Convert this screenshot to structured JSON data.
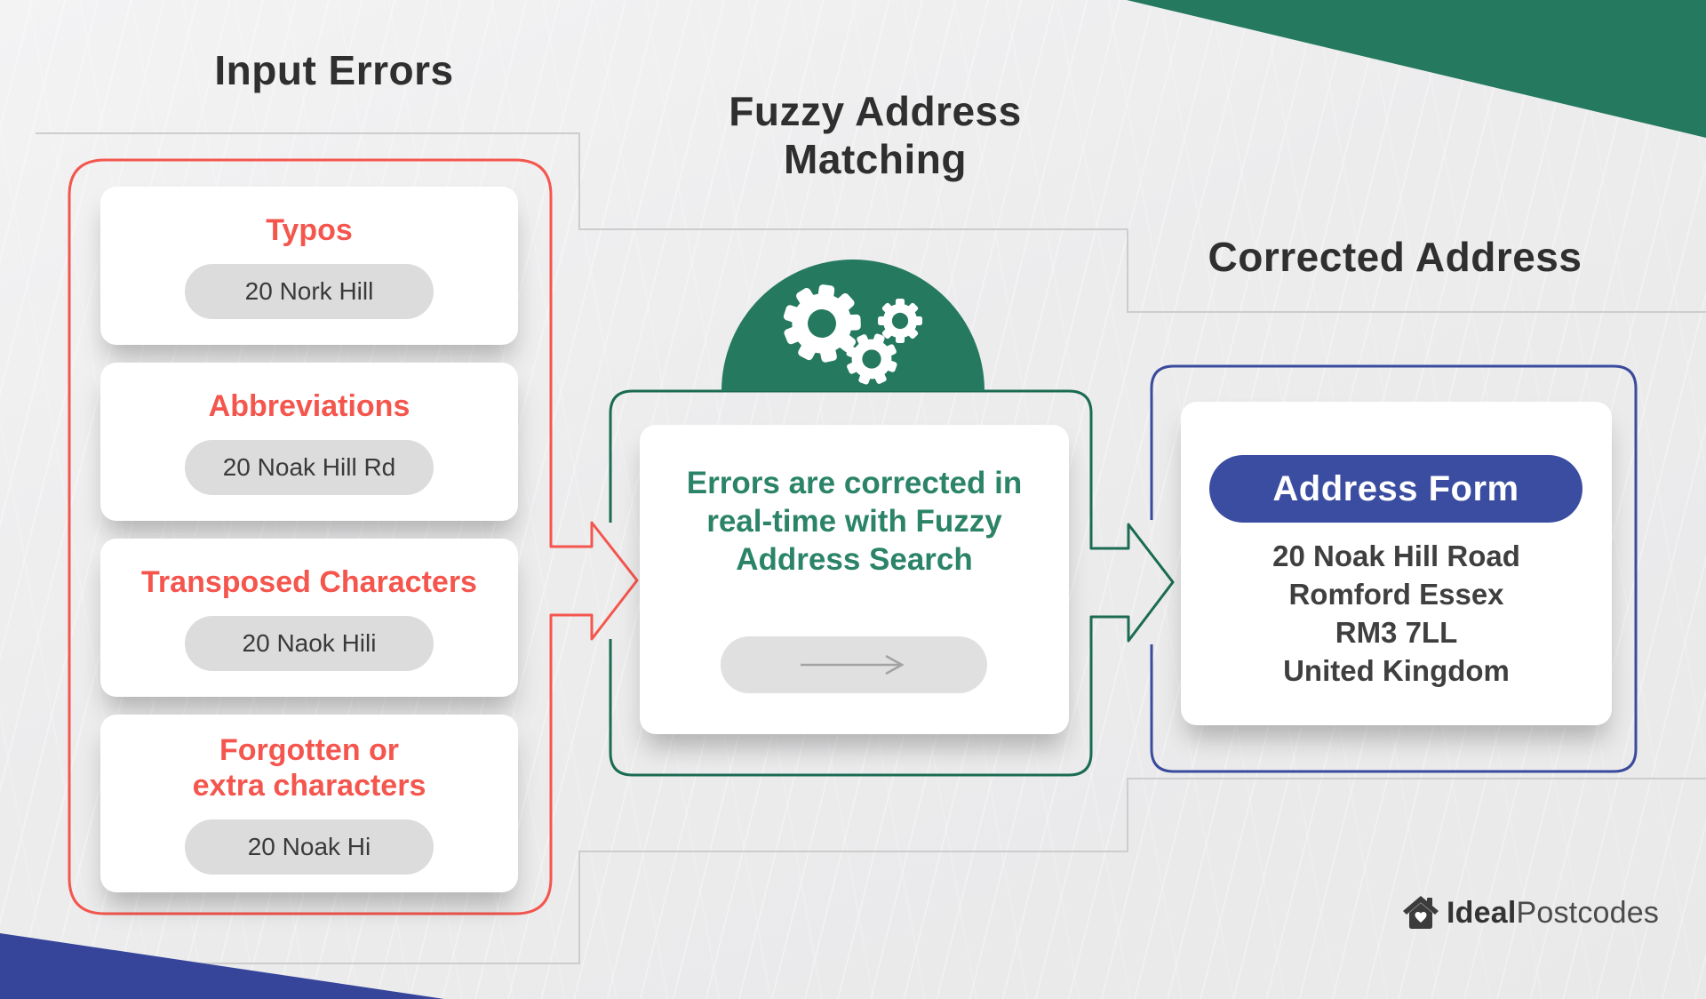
{
  "palette": {
    "background": "#ececec",
    "red": "#f4564e",
    "green_dark": "#1a6b52",
    "green_fill": "#24795f",
    "green_text": "#2b8368",
    "navy": "#3a4a9c",
    "navy_pill": "#3b4da0",
    "heading_text": "#2f2f2f",
    "pill_gray": "#dcdcdc",
    "line_gray": "#cdcdcd"
  },
  "left": {
    "title": "Input Errors",
    "cards": [
      {
        "title": "Typos",
        "value": "20 Nork Hill"
      },
      {
        "title": "Abbreviations",
        "value": "20 Noak Hill Rd"
      },
      {
        "title": "Transposed Characters",
        "value": "20 Naok Hili"
      },
      {
        "title": "Forgotten or\nextra characters",
        "value": "20 Noak Hi"
      }
    ]
  },
  "center": {
    "title": "Fuzzy Address\nMatching",
    "body": "Errors are corrected in\nreal-time with Fuzzy\nAddress Search",
    "icons": [
      "gear-icon",
      "arrow-right-icon"
    ]
  },
  "right": {
    "title": "Corrected Address",
    "form_label": "Address Form",
    "address_lines": [
      "20 Noak Hill Road",
      "Romford Essex",
      "RM3 7LL",
      "United Kingdom"
    ]
  },
  "logo": {
    "bold": "Ideal",
    "light": "Postcodes",
    "icon": "house-heart-icon"
  }
}
